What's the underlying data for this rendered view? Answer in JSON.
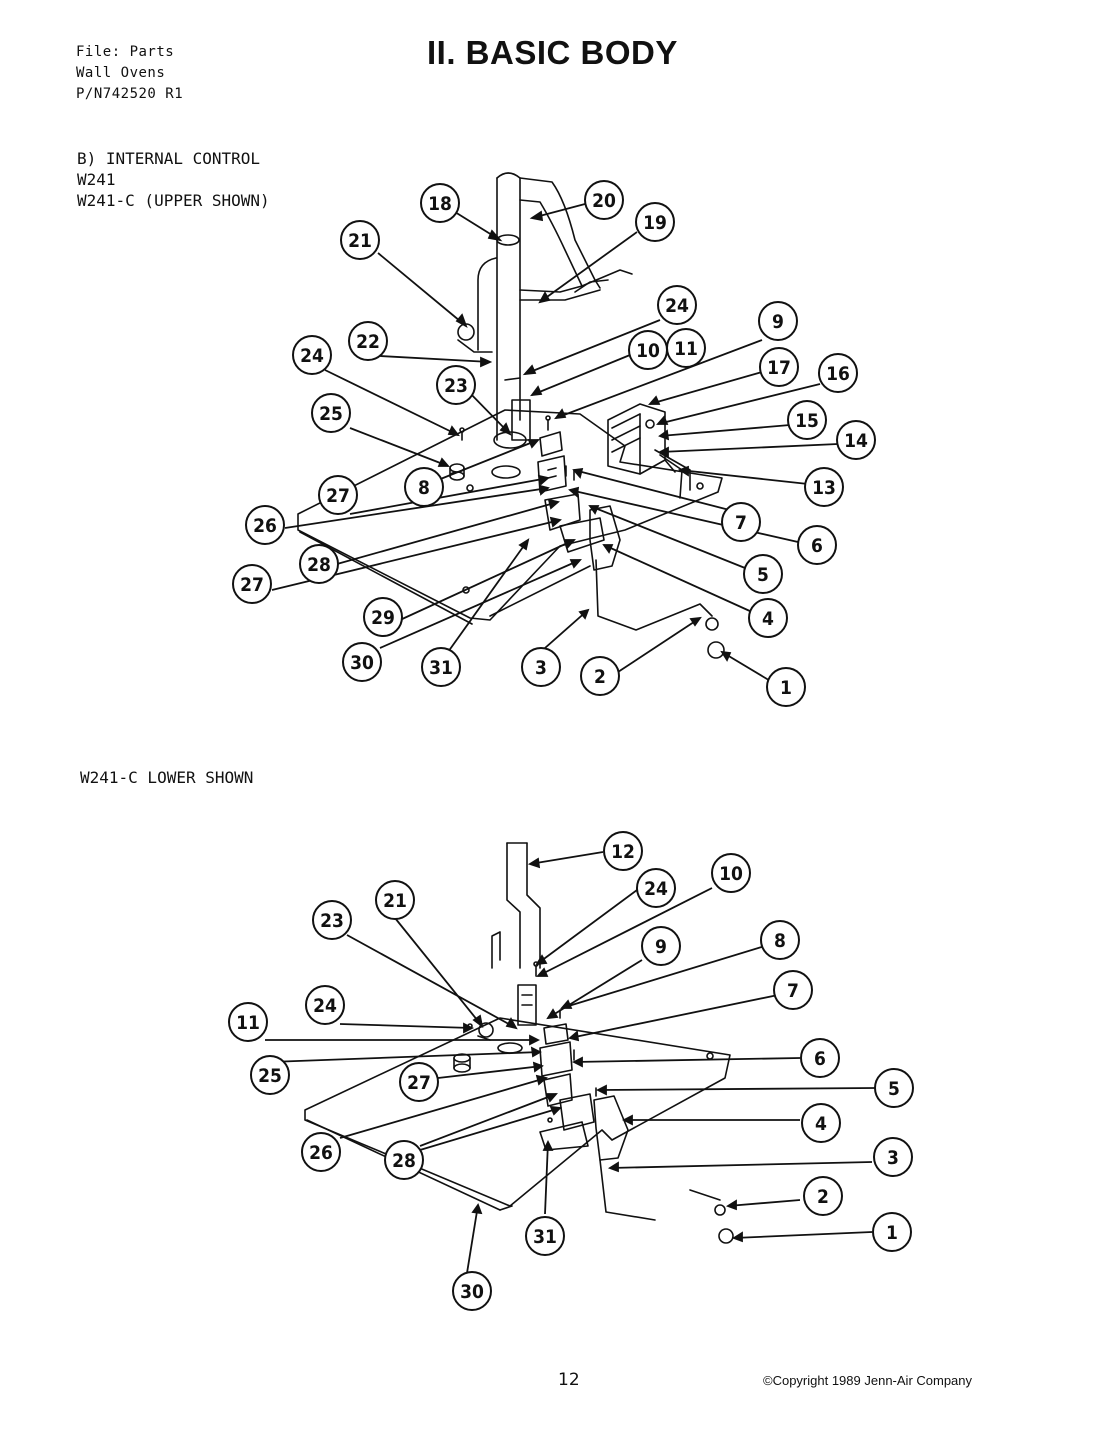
{
  "header": {
    "file_lines": [
      "File: Parts",
      "Wall Ovens",
      "P/N742520 R1"
    ],
    "title": "II. BASIC BODY"
  },
  "upper_section": {
    "label_lines": [
      "B) INTERNAL CONTROL",
      "W241",
      "W241-C  (UPPER SHOWN)"
    ],
    "callouts": [
      "18",
      "20",
      "19",
      "21",
      "24",
      "9",
      "10",
      "11",
      "22",
      "17",
      "16",
      "24",
      "23",
      "15",
      "14",
      "25",
      "8",
      "13",
      "27",
      "7",
      "26",
      "6",
      "28",
      "5",
      "27",
      "4",
      "29",
      "30",
      "31",
      "3",
      "2",
      "1"
    ]
  },
  "lower_section": {
    "label": "W241-C  LOWER SHOWN",
    "callouts": [
      "12",
      "10",
      "24",
      "21",
      "8",
      "23",
      "9",
      "7",
      "24",
      "11",
      "6",
      "25",
      "27",
      "5",
      "4",
      "26",
      "28",
      "3",
      "2",
      "31",
      "1",
      "30"
    ]
  },
  "footer": {
    "page_number": "12",
    "copyright": "©Copyright 1989 Jenn-Air Company"
  },
  "colors": {
    "ink": "#111111",
    "paper": "#ffffff"
  }
}
